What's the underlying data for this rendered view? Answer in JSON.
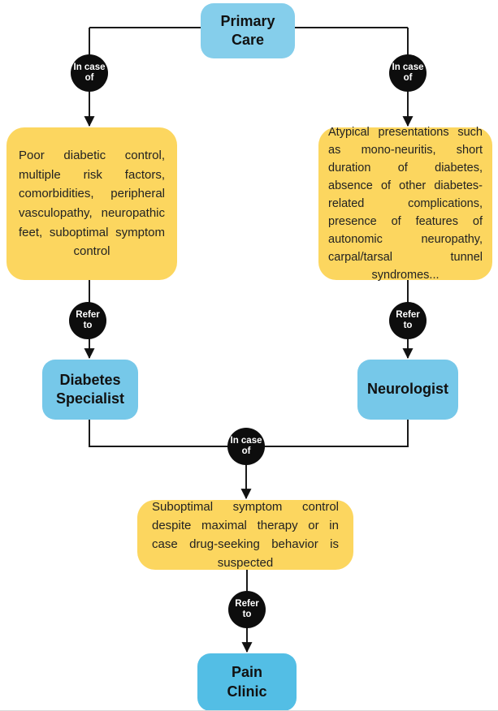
{
  "figure": {
    "title": "Neuropathic pain referral pathway flowchart",
    "nodes": {
      "primary_care": "Primary\nCare",
      "condition_left": "Poor diabetic control, multiple risk factors, comorbidities, peripheral vasculopathy, neuropathic feet, suboptimal symptom control",
      "condition_right": "Atypical presentations such as mono-neuritis, short duration of diabetes, absence of other diabetes-related complications, presence of features of autonomic neuropathy, carpal/tarsal tunnel syndromes...",
      "diabetes_specialist": "Diabetes\nSpecialist",
      "neurologist": "Neurologist",
      "condition_merged": "Suboptimal symptom control despite maximal therapy or in case drug-seeking behavior is suspected",
      "pain_clinic": "Pain\nClinic"
    },
    "badges": {
      "in_case_of": "In case\nof",
      "refer_to": "Refer\nto"
    },
    "colors": {
      "blue_light": "#85CEEB",
      "blue_mid": "#76C8E9",
      "blue_dark": "#53BEE5",
      "yellow": "#FCD65F",
      "badge_black": "#0D0D0D",
      "line": "#1A1A1A",
      "text": "#1A1A1A"
    }
  }
}
